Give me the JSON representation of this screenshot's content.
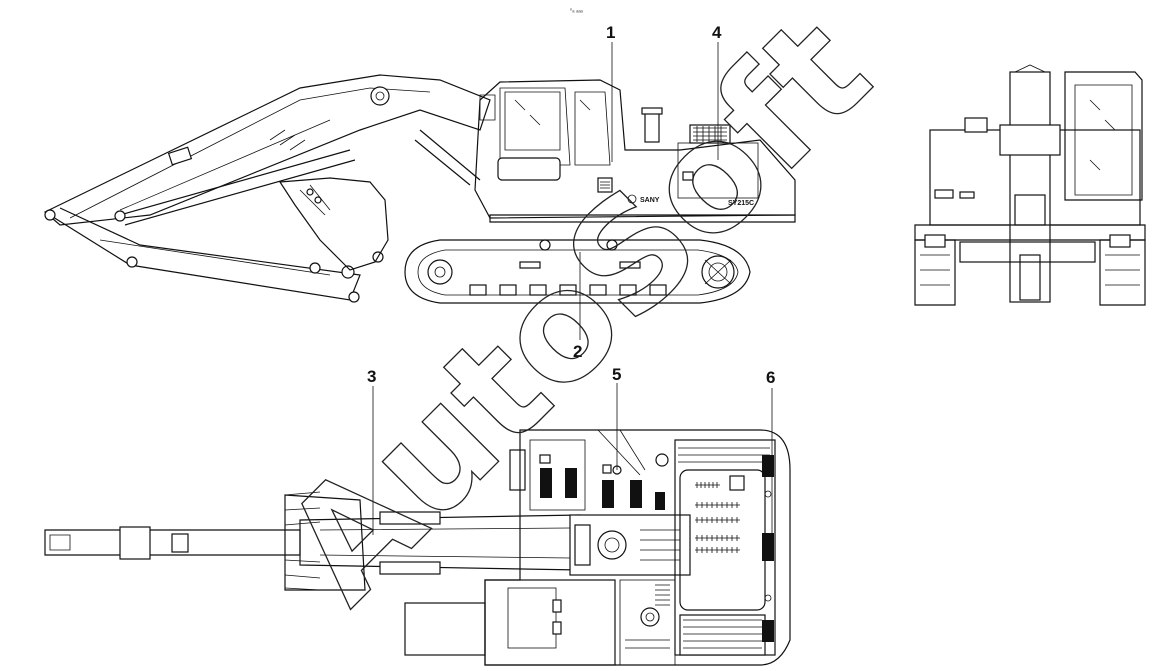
{
  "top_mark": "ⁿₐ ₐₐₐ",
  "callouts": {
    "c1": "1",
    "c2": "2",
    "c3": "3",
    "c4": "4",
    "c5": "5",
    "c6": "6"
  },
  "brand_logo_text": "SANY",
  "model_text": "SY215C",
  "watermark": "AutoSoft"
}
